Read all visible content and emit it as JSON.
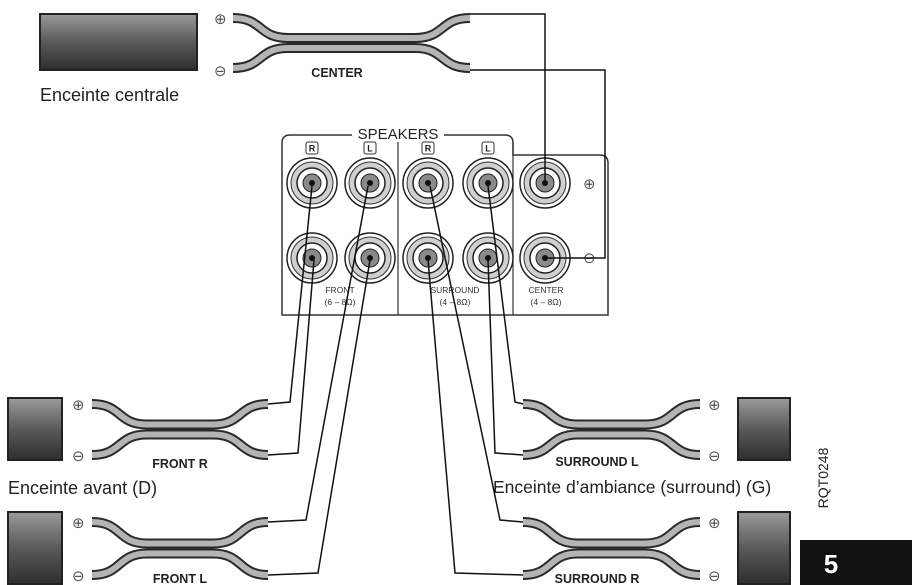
{
  "symbols": {
    "plus": "⊕",
    "minus": "⊖"
  },
  "speakers": {
    "center": {
      "cable_label": "CENTER",
      "caption": "Enceinte centrale"
    },
    "front_r": {
      "cable_label": "FRONT R",
      "caption": "Enceinte avant (D)"
    },
    "front_l": {
      "cable_label": "FRONT L"
    },
    "surround_l": {
      "cable_label": "SURROUND L",
      "caption": "Enceinte d’ambiance (surround) (G)"
    },
    "surround_r": {
      "cable_label": "SURROUND R"
    }
  },
  "panel": {
    "title": "SPEAKERS",
    "terminal_labels": [
      "R",
      "L",
      "R",
      "L"
    ],
    "front": {
      "name": "FRONT",
      "impedance": "(6 – 8Ω)"
    },
    "surround": {
      "name": "SURROUND",
      "impedance": "(4 – 8Ω)"
    },
    "center": {
      "name": "CENTER",
      "impedance": "(4 – 8Ω)"
    }
  },
  "doc_code": "RQT0248",
  "page_number": "5"
}
